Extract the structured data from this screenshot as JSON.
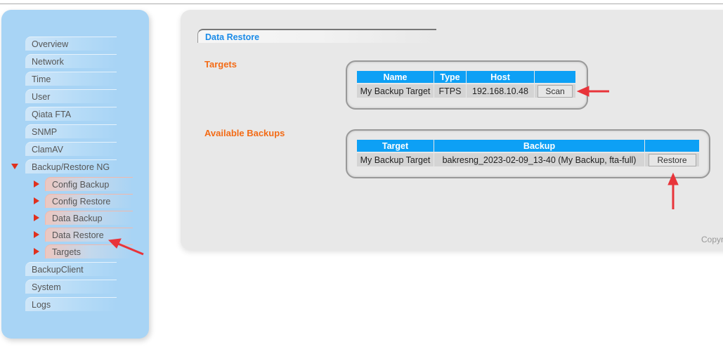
{
  "sidebar": {
    "items": [
      {
        "label": "Overview"
      },
      {
        "label": "Network"
      },
      {
        "label": "Time"
      },
      {
        "label": "User"
      },
      {
        "label": "Qiata FTA"
      },
      {
        "label": "SNMP"
      },
      {
        "label": "ClamAV"
      },
      {
        "label": "Backup/Restore NG",
        "expanded": true
      },
      {
        "label": "BackupClient"
      },
      {
        "label": "System"
      },
      {
        "label": "Logs"
      }
    ],
    "subitems": [
      {
        "label": "Config Backup"
      },
      {
        "label": "Config Restore"
      },
      {
        "label": "Data Backup"
      },
      {
        "label": "Data Restore",
        "active": true
      },
      {
        "label": "Targets"
      }
    ]
  },
  "main": {
    "title": "Data Restore",
    "targets": {
      "heading": "Targets",
      "columns": [
        "Name",
        "Type",
        "Host"
      ],
      "rows": [
        {
          "name": "My Backup Target",
          "type": "FTPS",
          "host": "192.168.10.48",
          "action": "Scan"
        }
      ]
    },
    "backups": {
      "heading": "Available Backups",
      "columns": [
        "Target",
        "Backup"
      ],
      "rows": [
        {
          "target": "My Backup Target",
          "backup": "bakresng_2023-02-09_13-40 (My Backup, fta-full)",
          "action": "Restore"
        }
      ]
    },
    "copyright": "Copyr"
  },
  "colors": {
    "accent": "#0da0f5",
    "heading": "#f36b16",
    "annotation": "#e8343a",
    "sidebar": "#a8d4f5"
  }
}
